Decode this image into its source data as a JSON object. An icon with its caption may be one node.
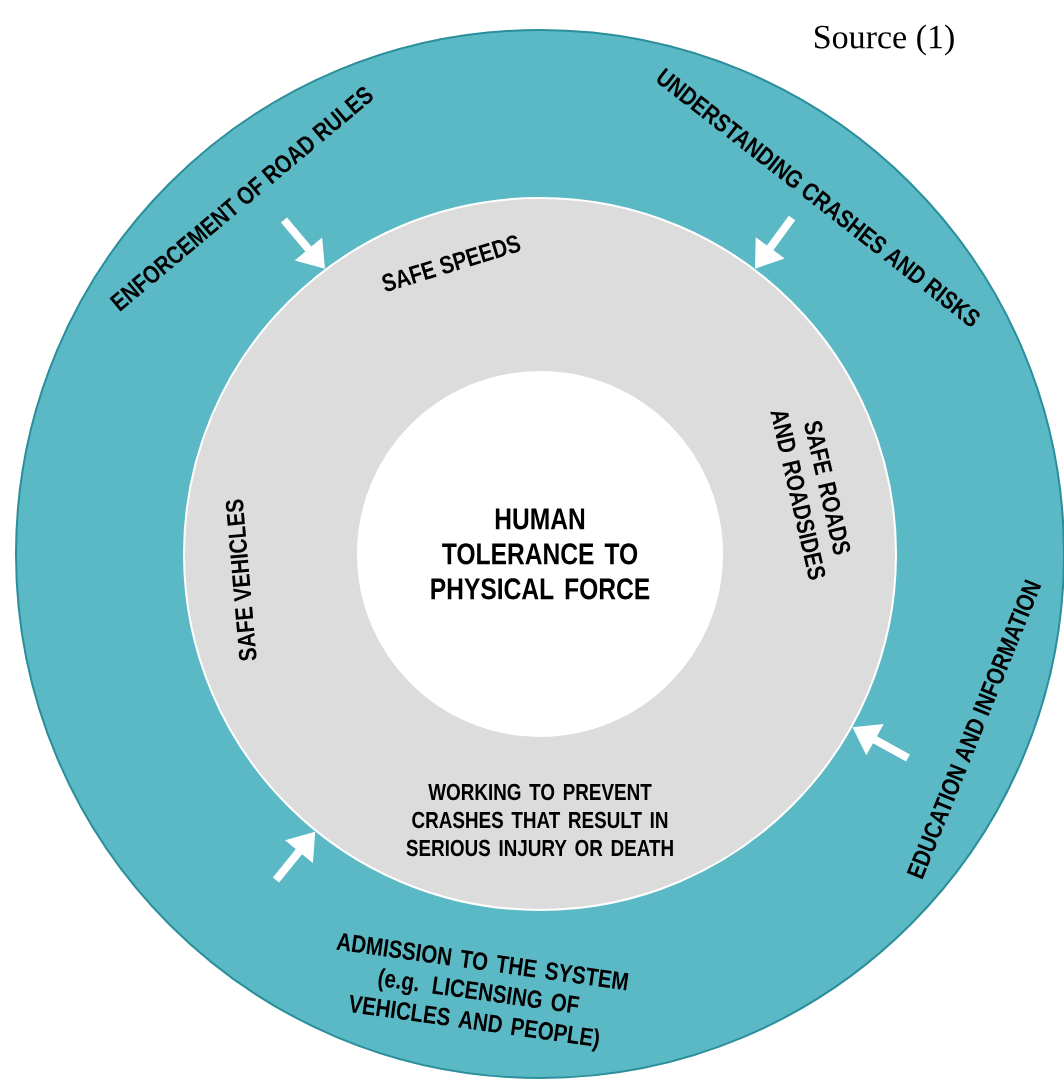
{
  "diagram": {
    "nodes": [
      {
        "text": [
          "ENFORCEMENT OF ROAD RULES",
          "UNDERSTANDING CRASHES AND RISKS",
          "ADMISSION TO THE SYSTEM (e.g. LICENSING OF VEHICLES AND PEOPLE)",
          "EDUCATION AND INFORMATION"
        ]
      },
      {
        "text": [
          "SAFE SPEEDS",
          "SAFE ROADS AND ROADSIDES",
          "SAFE VEHICLES",
          "WORKING TO PREVENT CRASHES THAT RESULT IN SERIOUS INJURY OR DEATH"
        ],
        "in": 0
      },
      {
        "text": [
          "HUMAN TOLERANCE TO PHYSICAL FORCE"
        ],
        "in": 1
      }
    ],
    "edges": [
      {
        "from": null,
        "to": 1,
        "arrow": "to"
      },
      {
        "from": null,
        "to": 1,
        "arrow": "to"
      },
      {
        "from": null,
        "to": 1,
        "arrow": "to"
      },
      {
        "from": null,
        "to": 1,
        "arrow": "to"
      }
    ],
    "labels": [
      "Source (1)"
    ]
  }
}
